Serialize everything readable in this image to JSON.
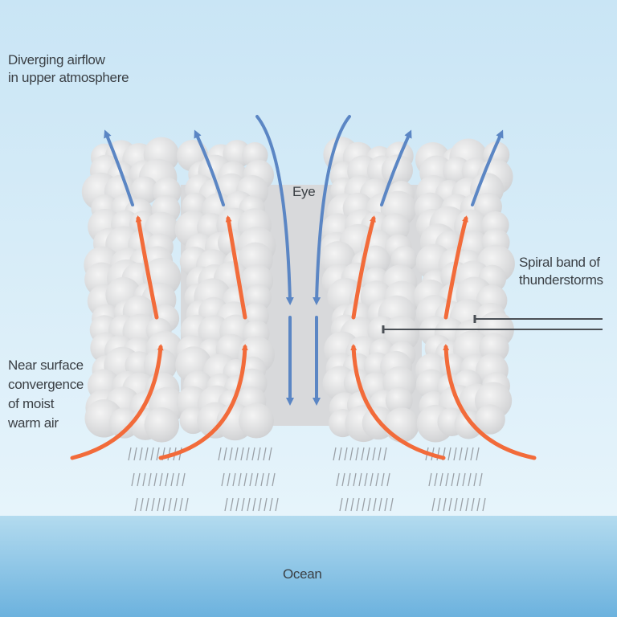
{
  "labels": {
    "diverging": [
      "Diverging airflow",
      "in upper atmosphere"
    ],
    "eye": "Eye",
    "spiral": [
      "Spiral band of",
      "thunderstorms"
    ],
    "convergence": [
      "Near surface",
      "convergence",
      "of moist",
      "warm air"
    ],
    "ocean": "Ocean"
  },
  "colors": {
    "sky_top": "#c9e5f5",
    "sky_bottom": "#e6f4fb",
    "ocean_top": "#b3dbef",
    "ocean_bottom": "#6cb2de",
    "warm_air_arrow": "#f26b3a",
    "upper_air_arrow": "#5b86c4",
    "cloud": "#e4e4e4",
    "leader_line": "#4a4f55"
  }
}
